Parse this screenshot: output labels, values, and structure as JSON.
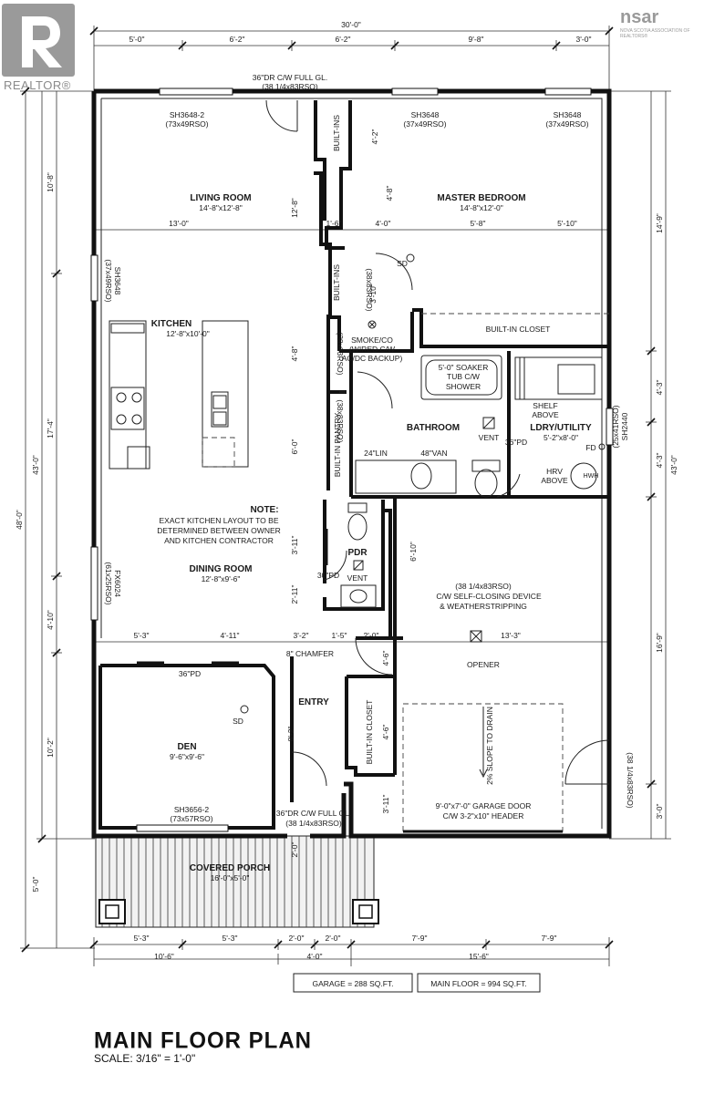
{
  "logos": {
    "realtor": "REALTOR®",
    "nsar": "nsar",
    "nsar_sub": "NOVA SCOTIA ASSOCIATION OF REALTORS®"
  },
  "title": "MAIN FLOOR PLAN",
  "scale": "SCALE: 3/16\" = 1'-0\"",
  "areas": {
    "garage": "GARAGE = 288 SQ.FT.",
    "main_floor": "MAIN FLOOR = 994 SQ.FT."
  },
  "rooms": {
    "living": {
      "name": "LIVING ROOM",
      "size": "14'-8\"x12'-8\""
    },
    "master": {
      "name": "MASTER BEDROOM",
      "size": "14'-8\"x12'-0\""
    },
    "kitchen": {
      "name": "KITCHEN",
      "size": "12'-8\"x10'-0\""
    },
    "bath": {
      "name": "BATHROOM"
    },
    "laundry": {
      "name": "LDRY/UTILITY",
      "size": "5'-2\"x8'-0\""
    },
    "dining": {
      "name": "DINING ROOM",
      "size": "12'-8\"x9'-6\""
    },
    "pdr": {
      "name": "PDR"
    },
    "entry": {
      "name": "ENTRY"
    },
    "den": {
      "name": "DEN",
      "size": "9'-6\"x9'-6\""
    },
    "porch": {
      "name": "COVERED PORCH",
      "size": "16'-0\"x5'-0\""
    }
  },
  "notes": {
    "note_head": "NOTE:",
    "note_1": "EXACT KITCHEN LAYOUT TO BE",
    "note_2": "DETERMINED BETWEEN OWNER",
    "note_3": "AND KITCHEN CONTRACTOR",
    "front_door_1": "36\"DR C/W FULL GL.",
    "front_door_2": "(38 1/4x83RSO)",
    "win_living": "SH3648-2",
    "win_living_rso": "(73x49RSO)",
    "win_master_a": "SH3648",
    "win_master_a_rso": "(37x49RSO)",
    "win_master_b": "SH3648",
    "win_master_b_rso": "(37x49RSO)",
    "win_kitchen": "SH3648",
    "win_kitchen_rso": "(37x49RSO)",
    "win_dining": "FX6024",
    "win_dining_rso": "(61x25RSO)",
    "win_laundry": "SH2440",
    "win_laundry_rso": "(25x41RSO)",
    "win_den": "SH3656-2",
    "win_den_rso": "(73x57RSO)",
    "built_ins": "BUILT-INS",
    "built_in_closet": "BUILT-IN CLOSET",
    "built_in_pantry": "BUILT-IN PANTRY",
    "sd": "SD",
    "smoke_1": "SMOKE/CO",
    "smoke_2": "(WIRED C/W",
    "smoke_3": "AC/DC BACKUP)",
    "rso_38x83": "(38x83RSO)",
    "rso_38x83_b": "(38x83RSO)",
    "rso_38x83_c": "(38x83RSO)",
    "soaker_1": "5'-0\" SOAKER",
    "soaker_2": "TUB C/W",
    "soaker_3": "SHOWER",
    "shelf_1": "SHELF",
    "shelf_2": "ABOVE",
    "vent": "VENT",
    "vent_pdr": "VENT",
    "pd36_bath": "36\"PD",
    "lin": "24\"LIN",
    "van": "48\"VAN",
    "fd": "FD",
    "hrv_1": "HRV",
    "hrv_2": "ABOVE",
    "hwh": "HWH",
    "pd30": "30\"PD",
    "garage_door_1": "(38 1/4x83RSO)",
    "garage_door_2": "C/W SELF-CLOSING DEVICE",
    "garage_door_3": "& WEATHERSTRIPPING",
    "opener": "OPENER",
    "chamfer": "8\" CHAMFER",
    "pd36_den": "36\"PD",
    "slope": "2% SLOPE TO DRAIN",
    "ovhd_1": "9'-0\"x7'-0\" GARAGE DOOR",
    "ovhd_2": "C/W 3-2\"x10\" HEADER",
    "front_dr_1": "36\"DR C/W FULL GL.",
    "front_dr_2": "(38 1/4x83RSO)",
    "side_door": "(38 1/4x83RSO)"
  },
  "dims": {
    "top_total": "30'-0\"",
    "top_1": "5'-0\"",
    "top_2": "6'-2\"",
    "top_3": "6'-2\"",
    "top_4": "9'-8\"",
    "top_5": "3'-0\"",
    "in_13_0": "13'-0\"",
    "in_1_6": "1'-6\"",
    "in_4_0": "4'-0\"",
    "in_5_8": "5'-8\"",
    "in_5_10": "5'-10\"",
    "in_5_3": "5'-3\"",
    "in_4_11": "4'-11\"",
    "in_3_2": "3'-2\"",
    "in_1_5": "1'-5\"",
    "in_2_0": "2'-0\"",
    "in_13_3": "13'-3\"",
    "bot_1": "5'-3\"",
    "bot_2": "5'-3\"",
    "bot_3": "2'-0\"",
    "bot_4": "2'-0\"",
    "bot_5": "7'-9\"",
    "bot_6": "7'-9\"",
    "bot2_1": "10'-6\"",
    "bot2_2": "4'-0\"",
    "bot2_3": "15'-6\"",
    "left_total": "48'-0\"",
    "left_43": "43'-0\"",
    "left_10_8": "10'-8\"",
    "left_17_4": "17'-4\"",
    "left_4_10": "4'-10\"",
    "left_10_2": "10'-2\"",
    "left_5_0": "5'-0\"",
    "right_43": "43'-0\"",
    "right_14_9": "14'-9\"",
    "right_4_3a": "4'-3\"",
    "right_4_3b": "4'-3\"",
    "right_16_9": "16'-9\"",
    "right_3_0": "3'-0\"",
    "v_12_8": "12'-8\"",
    "v_4_8": "4'-8\"",
    "v_6_0": "6'-0\"",
    "v_3_11": "3'-11\"",
    "v_2_11": "2'-11\"",
    "v_4_2": "4'-2\"",
    "v_4_8b": "4'-8\"",
    "v_3_10": "3'-10\"",
    "v_6_10": "6'-10\"",
    "v_4_6a": "4'-6\"",
    "v_4_6b": "4'-6\"",
    "v_3_11b": "3'-11\"",
    "v_8_2": "8'-2\"",
    "v_2_0": "2'-0\""
  }
}
